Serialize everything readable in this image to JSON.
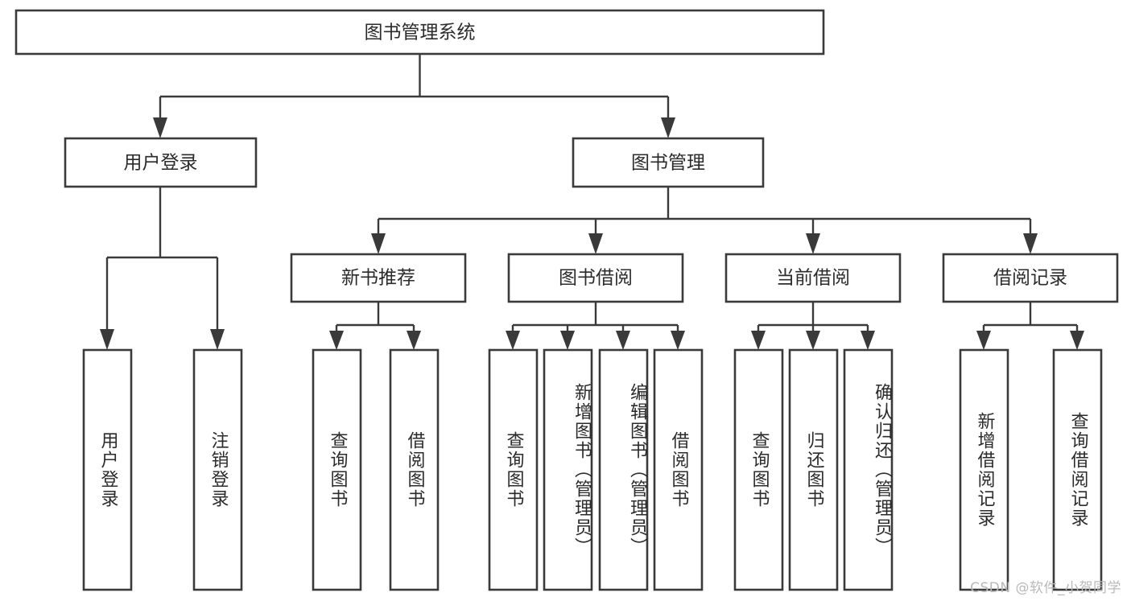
{
  "diagram": {
    "title": "图书管理系统",
    "type": "hierarchy-tree",
    "watermark": "CSDN @软件_小贺同学",
    "colors": {
      "stroke": "#3a3a3a",
      "fill": "#ffffff",
      "text": "#2b2b2b",
      "watermark": "#b9b9b9"
    },
    "root": {
      "label": "图书管理系统"
    },
    "level2": [
      {
        "label": "用户登录"
      },
      {
        "label": "图书管理"
      }
    ],
    "level3": [
      {
        "label": "新书推荐"
      },
      {
        "label": "图书借阅"
      },
      {
        "label": "当前借阅"
      },
      {
        "label": "借阅记录"
      }
    ],
    "leaves": {
      "user_login": [
        {
          "label": "用户登录"
        },
        {
          "label": "注销登录"
        }
      ],
      "new_book_recommend": [
        {
          "label": "查询图书"
        },
        {
          "label": "借阅图书"
        }
      ],
      "book_borrow": [
        {
          "label": "查询图书"
        },
        {
          "label": "新增图书（管理员）"
        },
        {
          "label": "编辑图书（管理员）"
        },
        {
          "label": "借阅图书"
        }
      ],
      "current_borrow": [
        {
          "label": "查询图书"
        },
        {
          "label": "归还图书"
        },
        {
          "label": "确认归还（管理员）"
        }
      ],
      "borrow_record": [
        {
          "label": "新增借阅记录"
        },
        {
          "label": "查询借阅记录"
        }
      ]
    }
  }
}
